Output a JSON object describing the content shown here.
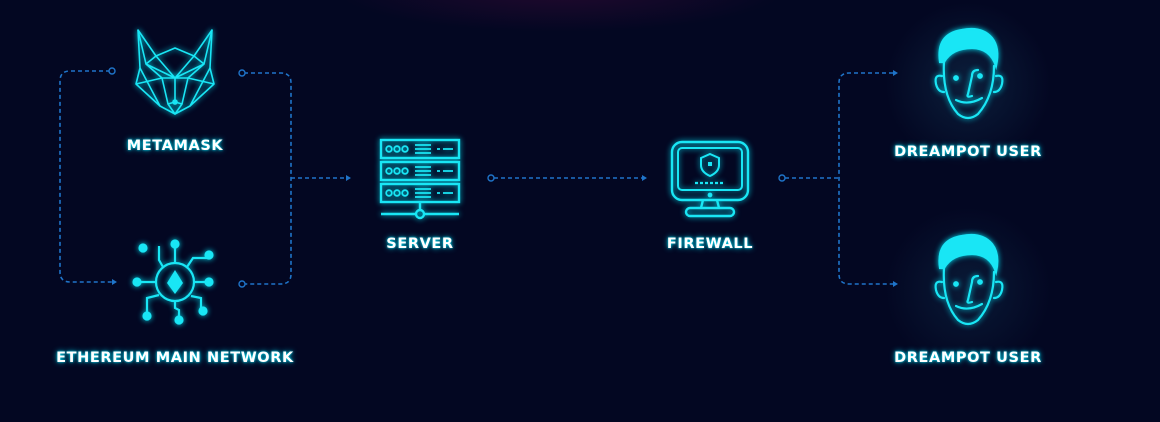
{
  "diagram": {
    "type": "network-flow",
    "colors": {
      "background": "#030722",
      "icon": "#19e6f5",
      "connector": "#1f74c9",
      "label": "#ffffff"
    },
    "nodes": {
      "metamask": {
        "label": "METAMASK",
        "icon": "fox-icon"
      },
      "ethereum": {
        "label": "ETHEREUM MAIN NETWORK",
        "icon": "ethereum-network-icon"
      },
      "server": {
        "label": "SERVER",
        "icon": "server-rack-icon"
      },
      "firewall": {
        "label": "FIREWALL",
        "icon": "monitor-shield-icon"
      },
      "user_top": {
        "label": "DREAMPOT USER",
        "icon": "user-face-icon"
      },
      "user_bottom": {
        "label": "DREAMPOT USER",
        "icon": "user-face-icon"
      }
    },
    "edges": [
      {
        "from": "metamask",
        "to": "server"
      },
      {
        "from": "ethereum",
        "to": "server"
      },
      {
        "from": "server",
        "to": "firewall"
      },
      {
        "from": "firewall",
        "to": "user_top"
      },
      {
        "from": "firewall",
        "to": "user_bottom"
      }
    ]
  }
}
